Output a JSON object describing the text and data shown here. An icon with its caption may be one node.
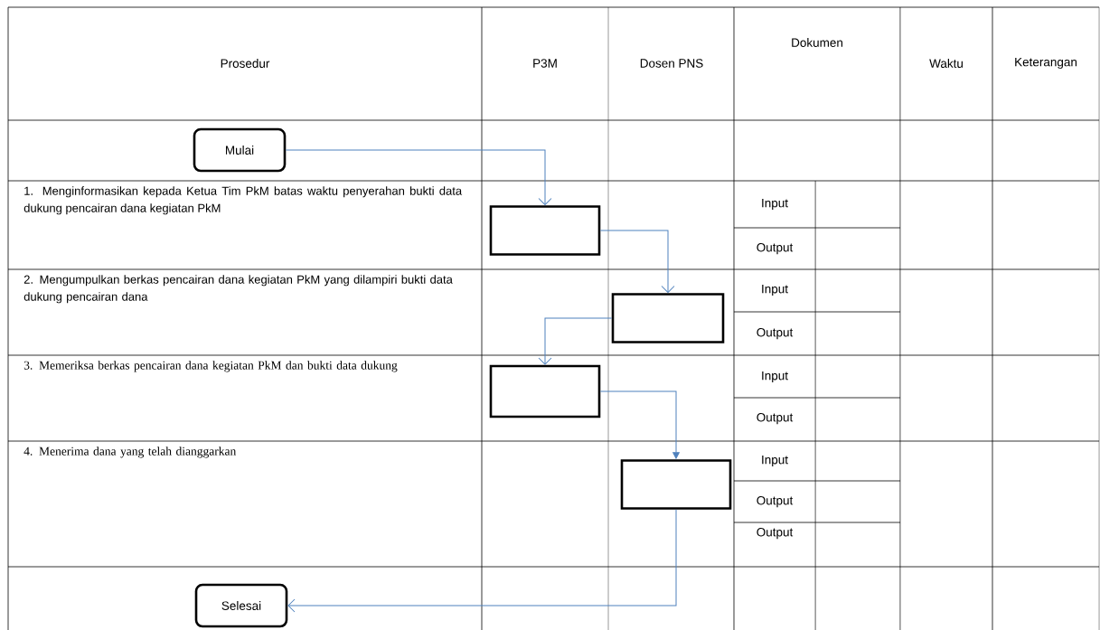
{
  "diagram": {
    "nodes": [
      {
        "text": [
          "Mulai"
        ]
      },
      {
        "text": [],
        "shape": "box"
      },
      {
        "text": [],
        "shape": "box"
      },
      {
        "text": [],
        "shape": "box"
      },
      {
        "text": [],
        "shape": "box"
      },
      {
        "text": [
          "Selesai"
        ]
      }
    ],
    "edges": [
      {
        "from": 0,
        "to": 1,
        "arrow": "to"
      },
      {
        "from": 1,
        "to": 2,
        "arrow": "to"
      },
      {
        "from": 2,
        "to": 3,
        "arrow": "to"
      },
      {
        "from": 3,
        "to": 4,
        "arrow": "to"
      },
      {
        "from": 4,
        "to": 5,
        "arrow": "to"
      }
    ],
    "labels": [
      "Prosedur",
      "P3M",
      "Dosen PNS",
      "Dokumen",
      "Waktu",
      "Keterangan",
      "1. Menginformasikan kepada Ketua Tim PkM batas waktu penyerahan bukti data dukung pencairan dana kegiatan PkM",
      "Input",
      "Output",
      "2. Mengumpulkan berkas pencairan dana kegiatan PkM yang dilampiri bukti data dukung pencairan dana",
      "Input",
      "Output",
      "3. Memeriksa berkas pencairan dana kegiatan PkM dan bukti data dukung",
      "Input",
      "Output",
      "4. Menerima dana yang telah dianggarkan",
      "Input",
      "Output",
      "Output"
    ]
  }
}
